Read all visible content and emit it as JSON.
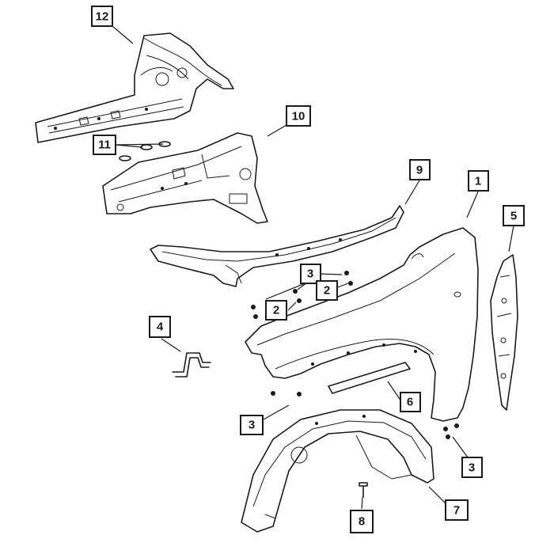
{
  "callouts": [
    {
      "id": "c12",
      "label": "12"
    },
    {
      "id": "c10",
      "label": "10"
    },
    {
      "id": "c11",
      "label": "11"
    },
    {
      "id": "c9",
      "label": "9"
    },
    {
      "id": "c1",
      "label": "1"
    },
    {
      "id": "c5",
      "label": "5"
    },
    {
      "id": "c3a",
      "label": "3"
    },
    {
      "id": "c2a",
      "label": "2"
    },
    {
      "id": "c2b",
      "label": "2"
    },
    {
      "id": "c4",
      "label": "4"
    },
    {
      "id": "c6",
      "label": "6"
    },
    {
      "id": "c3b",
      "label": "3"
    },
    {
      "id": "c3c",
      "label": "3"
    },
    {
      "id": "c7",
      "label": "7"
    },
    {
      "id": "c8",
      "label": "8"
    }
  ]
}
